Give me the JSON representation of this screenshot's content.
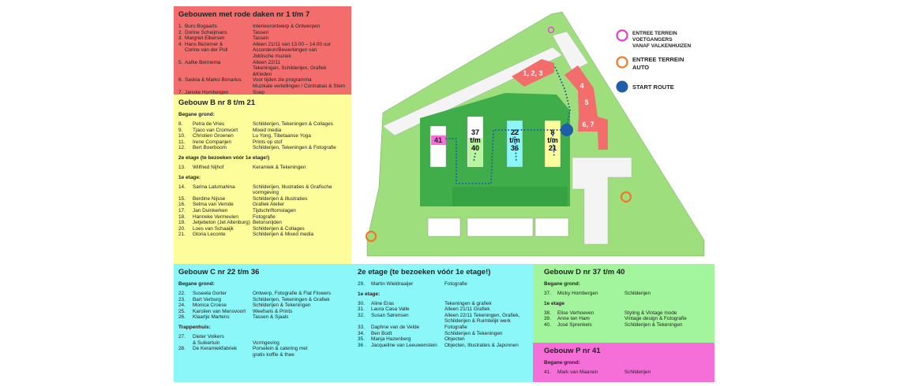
{
  "colors": {
    "red": "#f36d6d",
    "yellow": "#fdfd9c",
    "cyan": "#8cf7f8",
    "green": "#a2f59c",
    "magenta": "#f66fd8",
    "route": "#1f5fa8",
    "car": "#f07828",
    "pedestrian": "#e83ccf"
  },
  "red": {
    "title": "Gebouwen met rode daken nr 1 t/m 7",
    "groups": [
      {
        "heading": null,
        "items": [
          {
            "num": "1.",
            "name": "Buro Bogaarts",
            "desc": "Interieurontwerp & Ontwerpen"
          },
          {
            "num": "2.",
            "name": "Dorine Scheijmans",
            "desc": "Tassen"
          },
          {
            "num": "3.",
            "name": "Margriet Elbersen",
            "desc": "Tassen"
          },
          {
            "num": "4.",
            "name": "Hans Bezemer &\nCorine van der Poll",
            "desc": "Alleen 21/11 van 13.00 – 14.00 uur\nAccordeon/Bewerkingen van\nJiddische muziek"
          },
          {
            "num": "5.",
            "name": "Aafke Bennema",
            "desc": "Alleen 22/11\nTekeningen, Schilderijen, Grafiek &Kleden"
          },
          {
            "num": "6.",
            "name": "Saskia & Marko Bonarius",
            "desc": "Voor tijden zie programma\nMuzikale vertellingen  / Contrabas & Stem"
          },
          {
            "num": "7.",
            "name": "Janske Hombergen",
            "desc": "Soep"
          }
        ]
      }
    ]
  },
  "yellow": {
    "title": "Gebouw B nr 8 t/m 21",
    "groups": [
      {
        "heading": "Begane grond:",
        "items": [
          {
            "num": "8.",
            "name": "Petra de Vries",
            "desc": "Schilderijen, Tekeningen & Collages"
          },
          {
            "num": "9.",
            "name": "Tjaco van Cromvoirt",
            "desc": "Mixed media"
          },
          {
            "num": "10.",
            "name": "Christien Groenen",
            "desc": "Lu Yong, Tibetaanse Yoga"
          },
          {
            "num": "11.",
            "name": "Irene Companjen",
            "desc": "Prints op stof"
          },
          {
            "num": "12.",
            "name": "Bert Boerboom",
            "desc": "Schilderijen, Tekeningen & Fotografie"
          }
        ]
      },
      {
        "heading": "2e etage (te bezoeken vóór 1e etage!)",
        "items": [
          {
            "num": "13.",
            "name": "Wilfried Nijhof",
            "desc": "Keramiek & Tekeningen"
          }
        ]
      },
      {
        "heading": "1e etage:",
        "items": [
          {
            "num": "14.",
            "name": "Sarina Latumahina",
            "desc": "Schilderijen, Illustraties & Grafische\nvormgeving"
          },
          {
            "num": "15.",
            "name": "Berdine Nijsse",
            "desc": "Schilderijen & illustraties"
          },
          {
            "num": "16.",
            "name": "Selma van Vemde",
            "desc": "Grafiek Atelier"
          },
          {
            "num": "17.",
            "name": "Jan Duinkerken",
            "desc": "Tijdschriftomslagen"
          },
          {
            "num": "18.",
            "name": "Hanneke Vermeulen",
            "desc": "Fotografie"
          },
          {
            "num": "19.",
            "name": "Jetjebeton (Jet Altenburg)",
            "desc": "Betonsnijden"
          },
          {
            "num": "20.",
            "name": "Loes van Schaaijk",
            "desc": "Schilderijen & Collages"
          },
          {
            "num": "21.",
            "name": "Gloria Leconte",
            "desc": "Schilderijen & Mixed media"
          }
        ]
      }
    ]
  },
  "cyan": {
    "title": "Gebouw C nr 22 t/m 36",
    "groups": [
      {
        "heading": "Begane grond:",
        "items": [
          {
            "num": "22.",
            "name": "Suseela Gorter",
            "desc": "Ontwerp, Fotografie & Flat Flowers"
          },
          {
            "num": "23.",
            "name": "Bart Verburg",
            "desc": "Schilderijen, Tekeningen & Grafiek"
          },
          {
            "num": "24.",
            "name": "Monica Croese",
            "desc": "Schilderijen & Tekeningen"
          },
          {
            "num": "25.",
            "name": "Karolien van Mensvoort",
            "desc": "Weefsels & Prints"
          },
          {
            "num": "26.",
            "name": "Klaartje Martens",
            "desc": "Tassen & Sjaals"
          }
        ]
      },
      {
        "heading": "Trappenhuis:",
        "items": [
          {
            "num": "27.",
            "name": "Dieter Volkers\n& Suikertuin",
            "desc": "\nVormgeving"
          },
          {
            "num": "28.",
            "name": "De Keramiekfabriek",
            "desc": "Porselein & catering met\ngratis koffie & thee"
          }
        ]
      }
    ]
  },
  "cyan_right": {
    "title": "2e etage (te bezoeken vóór 1e etage!)",
    "groups": [
      {
        "heading": null,
        "items": [
          {
            "num": "29.",
            "name": "Martin Wieldraaijer",
            "desc": "Fotografie"
          }
        ]
      },
      {
        "heading": "1e etage:",
        "items": [
          {
            "num": "30.",
            "name": "Aline Eras",
            "desc": "Tekeningen & grafiek"
          },
          {
            "num": "31.",
            "name": "Laura Casa Valle",
            "desc": "Alleen 21/11    Grafiek"
          },
          {
            "num": "32.",
            "name": "Susan Sørensen",
            "desc": "Alleen 22/11    Tekeningen, Grafiek,\nSchilderijen & Ruimtelijk werk"
          },
          {
            "num": "33.",
            "name": "Daphne van de Velde",
            "desc": "Fotografie"
          },
          {
            "num": "34.",
            "name": "Ben Bodt",
            "desc": "Schilderijen & Tekeningen"
          },
          {
            "num": "35.",
            "name": "Manja Hazenberg",
            "desc": "Objecten"
          },
          {
            "num": "36 .",
            "name": "Jacqueline van Leeuwenstein",
            "desc": "Objecten, Illustraties & Japonnen"
          }
        ]
      }
    ]
  },
  "green": {
    "title": "Gebouw D nr 37 t/m 40",
    "groups": [
      {
        "heading": "Begane grond:",
        "items": [
          {
            "num": "37.",
            "name": "Micky Hombergen",
            "desc": "Schilderijen"
          }
        ]
      },
      {
        "heading": "1e etage",
        "items": [
          {
            "num": "38.",
            "name": "Elise Verhoeven",
            "desc": "Styling & Vintage mode"
          },
          {
            "num": "39.",
            "name": "Anne ten Ham",
            "desc": "Vintage design & Fotografie"
          },
          {
            "num": "40.",
            "name": "José Sprenkels",
            "desc": "Schilderijen & Tekeningen"
          }
        ]
      }
    ]
  },
  "magenta": {
    "title": "Gebouw P nr 41",
    "groups": [
      {
        "heading": "Begane grond:",
        "items": [
          {
            "num": "41.",
            "name": "Mark van Maanen",
            "desc": "Schilderijen"
          }
        ]
      }
    ]
  },
  "map": {
    "labels": {
      "b123": "1, 2, 3",
      "b4": "4",
      "b5": "5",
      "b67": "6, 7",
      "p41": "41",
      "d_top": "37",
      "d_mid": "t/m",
      "d_bot": "40",
      "c_top": "22",
      "c_mid": "t/m",
      "c_bot": "36",
      "b_top": "8",
      "b_mid": "t/m",
      "b_bot": "21"
    },
    "legend": {
      "pedestrian_1": "ENTREE TERREIN",
      "pedestrian_2": "VOETGANGERS",
      "pedestrian_3": "VANAF VALKENHUIZEN",
      "car_1": "ENTREE TERREIN",
      "car_2": "AUTO",
      "start": "START ROUTE"
    }
  }
}
